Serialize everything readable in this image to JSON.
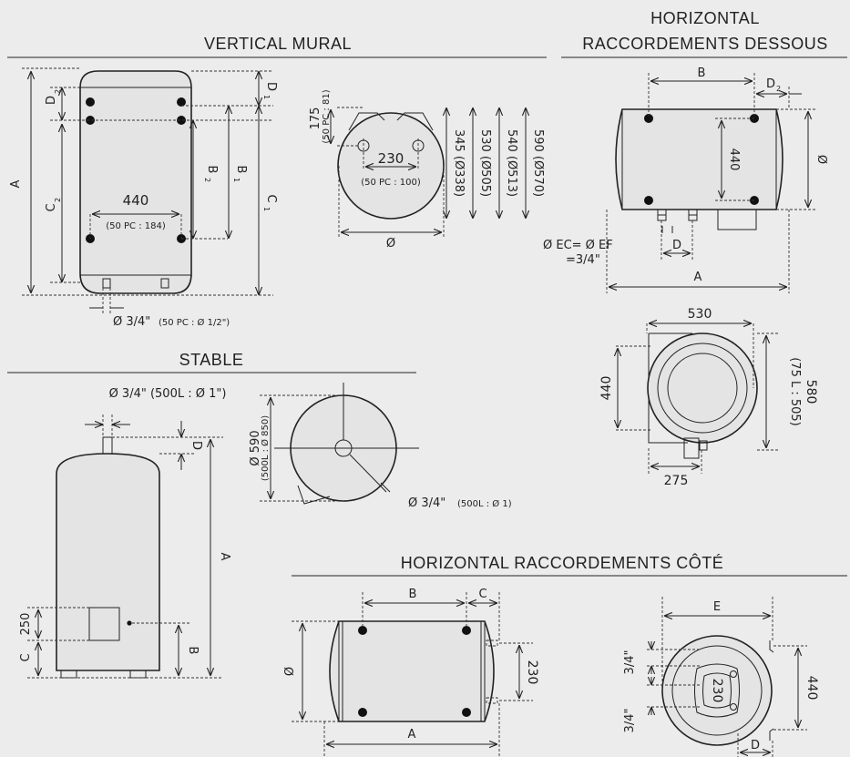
{
  "sections": {
    "vertical_mural": "VERTICAL MURAL",
    "horizontal_dessous_1": "HORIZONTAL",
    "horizontal_dessous_2": "RACCORDEMENTS DESSOUS",
    "stable": "STABLE",
    "horizontal_cote": "HORIZONTAL RACCORDEMENTS CÔTÉ"
  },
  "vertical": {
    "A": "A",
    "D2": "D",
    "D2_sub": "2",
    "C2": "C",
    "C2_sub": "2",
    "w440": "440",
    "w440_note": "(50 PC : 184)",
    "B2": "B",
    "B2_sub": "2",
    "B1": "B",
    "B1_sub": "1",
    "C1": "C",
    "C1_sub": "1",
    "D1": "D",
    "D1_sub": "1",
    "pipe": "Ø 3/4\"",
    "pipe_note": "(50 PC : Ø 1/2\")"
  },
  "top_view": {
    "h175": "175",
    "h175_note": "(50 PC : 81)",
    "w230": "230",
    "w230_note": "(50 PC : 100)",
    "dia": "Ø",
    "d345": "345 (Ø338)",
    "d530": "530 (Ø505)",
    "d540": "540 (Ø513)",
    "d590": "590 (Ø570)"
  },
  "horiz_dessous": {
    "B": "B",
    "D2": "D",
    "D2_sub": "2",
    "h440": "440",
    "dia": "Ø",
    "ec": "Ø EC= Ø EF",
    "ec2": "=3/4\"",
    "D": "D",
    "A": "A"
  },
  "horiz_end": {
    "w530": "530",
    "h440": "440",
    "h580": "580",
    "h580_note": "(75 L : 505)",
    "w275": "275"
  },
  "stable": {
    "pipe_top": "Ø 3/4\" (500L : Ø 1\")",
    "D": "D",
    "A": "A",
    "h250": "250",
    "C": "C",
    "B": "B"
  },
  "stable_top": {
    "dia": "Ø 590",
    "dia_note": "(500L : Ø 850)",
    "pipe": "Ø 3/4\"",
    "pipe_note": "(500L : Ø 1)"
  },
  "horiz_cote": {
    "B": "B",
    "C": "C",
    "dia": "Ø",
    "h230": "230",
    "A": "A"
  },
  "cote_end": {
    "E": "E",
    "q1": "3/4\"",
    "q2": "3/4\"",
    "w230": "230",
    "h440": "440",
    "D": "D"
  }
}
